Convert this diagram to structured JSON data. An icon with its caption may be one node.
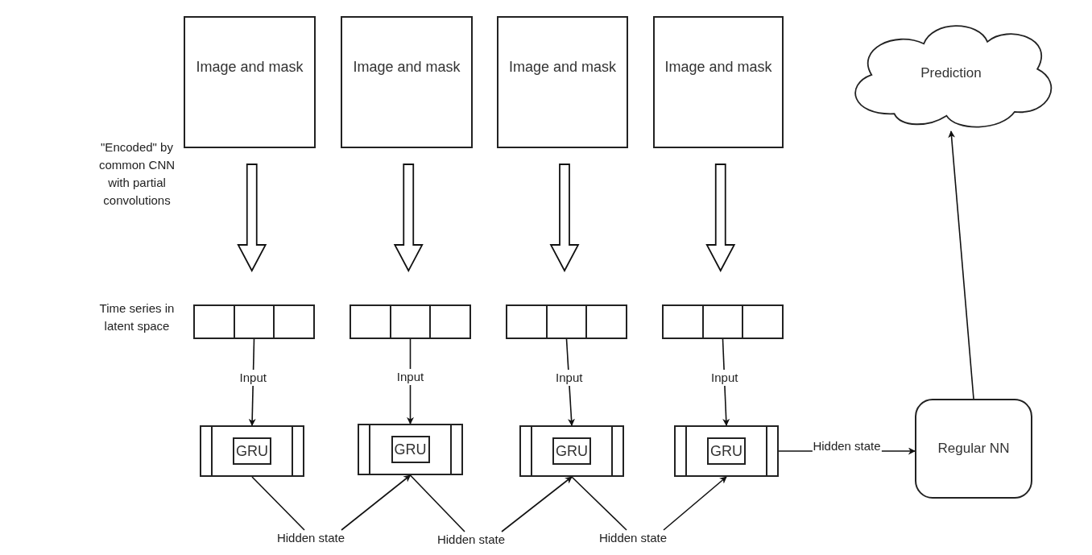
{
  "diagram": {
    "nodes": [
      {
        "text": [
          "Image and mask"
        ]
      },
      {
        "text": [
          "Image and mask"
        ]
      },
      {
        "text": [
          "Image and mask"
        ]
      },
      {
        "text": [
          "Image and mask"
        ]
      },
      {
        "text": [],
        "shape": "box"
      },
      {
        "text": [],
        "shape": "box"
      },
      {
        "text": [],
        "shape": "box"
      },
      {
        "text": [],
        "shape": "box"
      },
      {
        "text": [
          "GRU"
        ]
      },
      {
        "text": [
          "GRU"
        ]
      },
      {
        "text": [
          "GRU"
        ]
      },
      {
        "text": [
          "GRU"
        ]
      },
      {
        "text": [
          "Regular NN"
        ]
      },
      {
        "text": [
          "Prediction"
        ]
      },
      {
        "text": [
          "Hidden state"
        ]
      },
      {
        "text": [
          "Hidden state"
        ]
      },
      {
        "text": [
          "Hidden state"
        ]
      }
    ],
    "edges": [
      {
        "from": 0,
        "to": 4,
        "arrow": "to",
        "style": "thick"
      },
      {
        "from": 1,
        "to": 5,
        "arrow": "to",
        "style": "thick"
      },
      {
        "from": 2,
        "to": 6,
        "arrow": "to",
        "style": "thick"
      },
      {
        "from": 3,
        "to": 7,
        "arrow": "to",
        "style": "thick"
      },
      {
        "from": 4,
        "to": 8,
        "arrow": "to",
        "label": "Input"
      },
      {
        "from": 5,
        "to": 9,
        "arrow": "to",
        "label": "Input"
      },
      {
        "from": 6,
        "to": 10,
        "arrow": "to",
        "label": "Input"
      },
      {
        "from": 7,
        "to": 11,
        "arrow": "to",
        "label": "Input"
      },
      {
        "from": 8,
        "to": 14,
        "arrow": "none"
      },
      {
        "from": 14,
        "to": 9,
        "arrow": "to"
      },
      {
        "from": 9,
        "to": 15,
        "arrow": "none"
      },
      {
        "from": 15,
        "to": 10,
        "arrow": "to"
      },
      {
        "from": 10,
        "to": 16,
        "arrow": "none"
      },
      {
        "from": 16,
        "to": 11,
        "arrow": "to"
      },
      {
        "from": 11,
        "to": 12,
        "arrow": "to",
        "label": "Hidden state"
      },
      {
        "from": 12,
        "to": 13,
        "arrow": "to"
      }
    ],
    "labels": [
      "\"Encoded\" by common CNN with partial convolutions",
      "Time series in latent space"
    ]
  }
}
